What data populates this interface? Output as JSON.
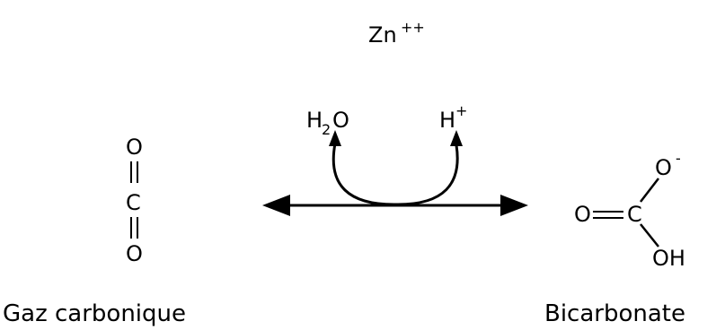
{
  "catalyst": {
    "symbol": "Zn",
    "charge": "++"
  },
  "water": {
    "h": "H",
    "sub": "2",
    "o": "O"
  },
  "proton": {
    "symbol": "H",
    "charge": "+"
  },
  "co2": {
    "o_top": "O",
    "c": "C",
    "o_bottom": "O"
  },
  "bicarbonate": {
    "o_left": "O",
    "c": "C",
    "o_minus": "O",
    "minus": "-",
    "oh": "OH"
  },
  "labels": {
    "left": "Gaz carbonique",
    "right": "Bicarbonate"
  },
  "colors": {
    "ink": "#000000",
    "background": "#ffffff"
  }
}
